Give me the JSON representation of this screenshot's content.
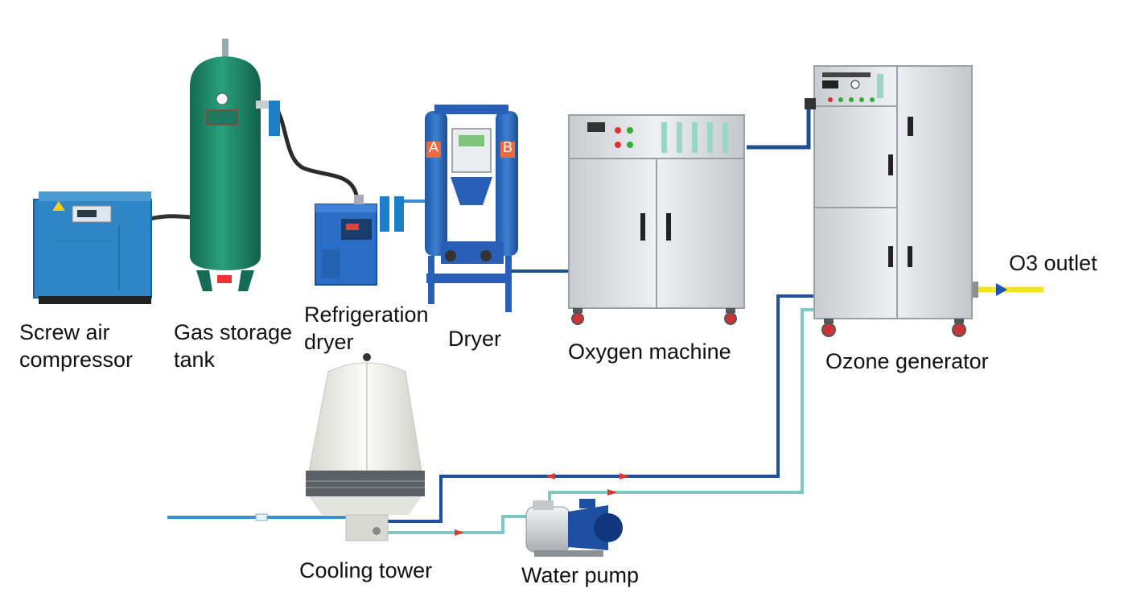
{
  "labels": {
    "screw_air_compressor": [
      "Screw air",
      "compressor"
    ],
    "gas_storage_tank": [
      "Gas storage",
      "tank"
    ],
    "refrigeration_dryer": [
      "Refrigeration",
      "dryer"
    ],
    "dryer": "Dryer",
    "oxygen_machine": "Oxygen machine",
    "ozone_generator": "Ozone generator",
    "o3_outlet": "O3 outlet",
    "cooling_tower": "Cooling tower",
    "water_pump": "Water pump"
  },
  "dryer_tower_marks": {
    "left": "A",
    "right": "B"
  },
  "colors": {
    "air_pipe": "#1f4f8f",
    "return_pipe": "#1e4fa0",
    "supply_pipe": "#7fc7c4",
    "inlet_pipe": "#3b8fd0",
    "o3_pipe": "#f4e321",
    "tank_green": "#1f8a6a",
    "compressor_blue": "#2f86c6",
    "dryer_blue": "#2a5fb8",
    "cabinet_grey": "#d9dcdf",
    "flow_arrow_red": "#e23b2b"
  },
  "icons": {
    "flow_arrow": "red-arrow-icon",
    "outlet_arrow": "blue-arrow-icon"
  }
}
